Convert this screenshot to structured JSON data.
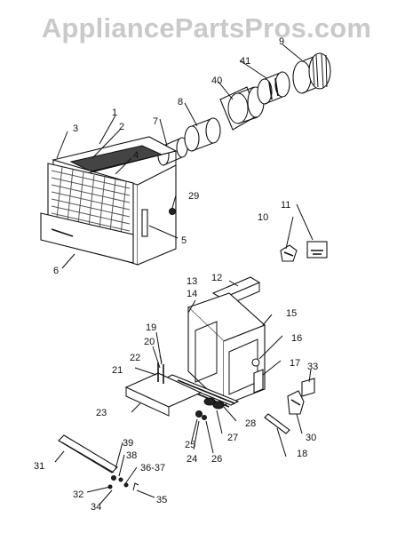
{
  "watermark": "AppliancePartsPros.com",
  "callouts": {
    "c1": "1",
    "c2": "2",
    "c3": "3",
    "c4": "4",
    "c5": "5",
    "c6": "6",
    "c7": "7",
    "c8": "8",
    "c9": "9",
    "c10": "10",
    "c11": "11",
    "c12": "12",
    "c13": "13",
    "c14": "14",
    "c15": "15",
    "c16": "16",
    "c17": "17",
    "c18": "18",
    "c19": "19",
    "c20": "20",
    "c21": "21",
    "c22": "22",
    "c23": "23",
    "c24": "24",
    "c25": "25",
    "c26": "26",
    "c27": "27",
    "c28": "28",
    "c29": "29",
    "c30": "30",
    "c31": "31",
    "c32": "32",
    "c33": "33",
    "c34": "34",
    "c35": "35",
    "c3637": "36-37",
    "c38": "38",
    "c39": "39",
    "c40": "40",
    "c41": "41"
  }
}
